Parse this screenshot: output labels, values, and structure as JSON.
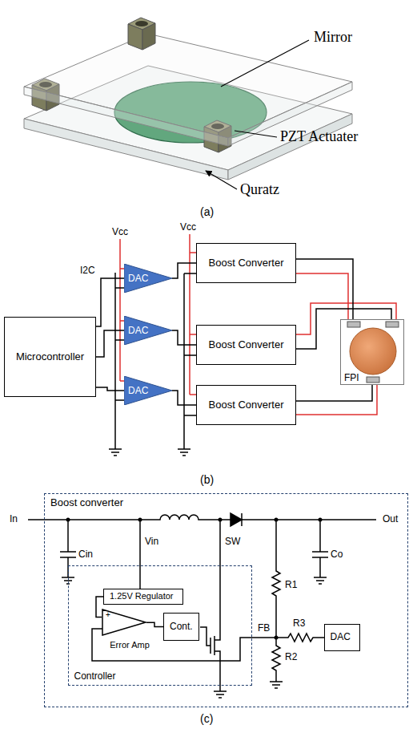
{
  "diagram": {
    "nodes": [
      {
        "text": [
          "Microcontroller"
        ]
      },
      {
        "text": [
          "DAC"
        ]
      },
      {
        "text": [
          "DAC"
        ]
      },
      {
        "text": [
          "DAC"
        ]
      },
      {
        "text": [
          "Boost Converter"
        ]
      },
      {
        "text": [
          "Boost Converter"
        ]
      },
      {
        "text": [
          "Boost Converter"
        ]
      },
      {
        "text": [
          "FPI"
        ]
      },
      {
        "text": [
          "Boost converter"
        ]
      },
      {
        "text": [
          "Controller"
        ],
        "in": 8
      },
      {
        "text": [
          "1.25V Regulator"
        ],
        "in": 9
      },
      {
        "text": [
          "Error Amp"
        ],
        "in": 9
      },
      {
        "text": [
          "Cont."
        ],
        "in": 9
      },
      {
        "text": [
          "DAC"
        ],
        "in": 8
      }
    ],
    "edges": [
      {
        "from": 0,
        "to": 1,
        "arrow": "none"
      },
      {
        "from": 0,
        "to": 2,
        "arrow": "none"
      },
      {
        "from": 0,
        "to": 3,
        "arrow": "none"
      },
      {
        "from": 1,
        "to": 4,
        "arrow": "none"
      },
      {
        "from": 2,
        "to": 5,
        "arrow": "none"
      },
      {
        "from": 3,
        "to": 6,
        "arrow": "none"
      },
      {
        "from": 4,
        "to": 7,
        "arrow": "none"
      },
      {
        "from": 5,
        "to": 7,
        "arrow": "none"
      },
      {
        "from": 6,
        "to": 7,
        "arrow": "none"
      },
      {
        "from": 10,
        "to": 11,
        "arrow": "none"
      },
      {
        "from": 11,
        "to": 12,
        "arrow": "none"
      }
    ],
    "labels": [
      "Mirror",
      "PZT Actuater",
      "Quratz",
      "(a)",
      "I2C",
      "Vcc",
      "Vcc",
      "(b)",
      "In",
      "Out",
      "Cin",
      "Co",
      "Vin",
      "SW",
      "R1",
      "R2",
      "R3",
      "FB",
      "(c)",
      "+"
    ]
  }
}
